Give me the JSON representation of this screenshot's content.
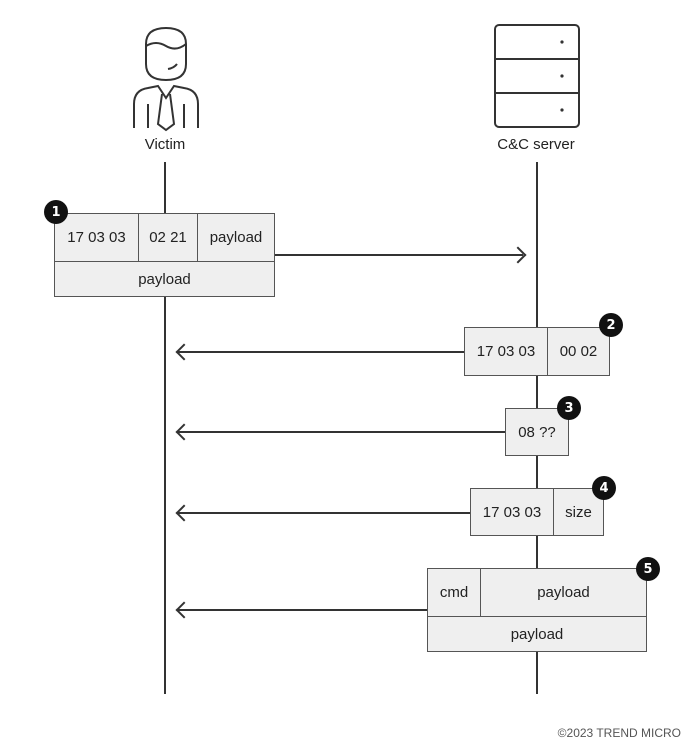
{
  "actors": {
    "victim": "Victim",
    "server": "C&C server"
  },
  "messages": [
    {
      "step": "1",
      "direction": "victim-to-server",
      "fields": [
        "17 03 03",
        "02 21",
        "payload"
      ],
      "second_row": "payload"
    },
    {
      "step": "2",
      "direction": "server-to-victim",
      "fields": [
        "17 03 03",
        "00 02"
      ]
    },
    {
      "step": "3",
      "direction": "server-to-victim",
      "fields": [
        "08 ??"
      ]
    },
    {
      "step": "4",
      "direction": "server-to-victim",
      "fields": [
        "17 03 03",
        "size"
      ]
    },
    {
      "step": "5",
      "direction": "server-to-victim",
      "fields": [
        "cmd",
        "payload"
      ],
      "second_row": "payload"
    }
  ],
  "copyright": "©2023 TREND MICRO",
  "colors": {
    "line": "#333333",
    "cell_fill": "#efefef",
    "badge": "#111111"
  },
  "icons": {
    "victim": "person-icon",
    "server": "server-icon"
  }
}
